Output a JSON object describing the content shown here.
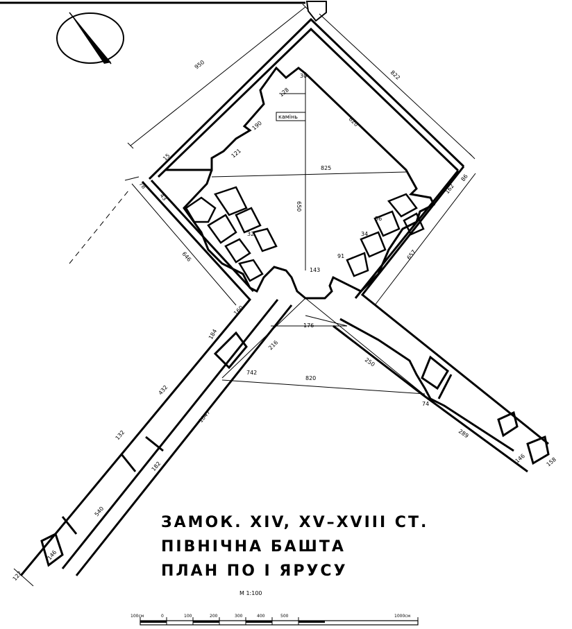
{
  "title": {
    "line1": "ЗАМОК. XIV, XV–XVIII СТ.",
    "line2": "ПІВНІЧНА БАШТА",
    "line3": "ПЛАН ПО I ЯРУСУ",
    "scale": "M 1:100"
  },
  "scale_bar": {
    "labels": [
      "100см",
      "0",
      "100",
      "200",
      "300",
      "400",
      "500",
      "1000см"
    ]
  },
  "annotations": {
    "stone_label": "камінь"
  },
  "dimensions": {
    "d_950": "950",
    "d_822": "822",
    "d_620": "620",
    "d_825": "825",
    "d_650": "650",
    "d_190": "190",
    "d_121": "121",
    "d_128": "128",
    "d_78": "78",
    "d_43": "43",
    "d_646": "646",
    "d_657": "657",
    "d_162": "162",
    "d_86": "86",
    "d_143": "143",
    "d_176": "176",
    "d_216": "216",
    "d_250": "250",
    "d_820": "820",
    "d_742": "742",
    "d_184": "184",
    "d_432": "432",
    "d_1047": "1047",
    "d_132": "132",
    "d_182": "182",
    "d_540": "540",
    "d_146a": "146",
    "d_122": "122",
    "d_74": "74",
    "d_289": "289",
    "d_146b": "146",
    "d_158": "158",
    "d_160": "160",
    "d_15": "15",
    "d_34": "34",
    "d_56": "56",
    "d_30": "30",
    "d_32": "32",
    "d_91": "91"
  }
}
